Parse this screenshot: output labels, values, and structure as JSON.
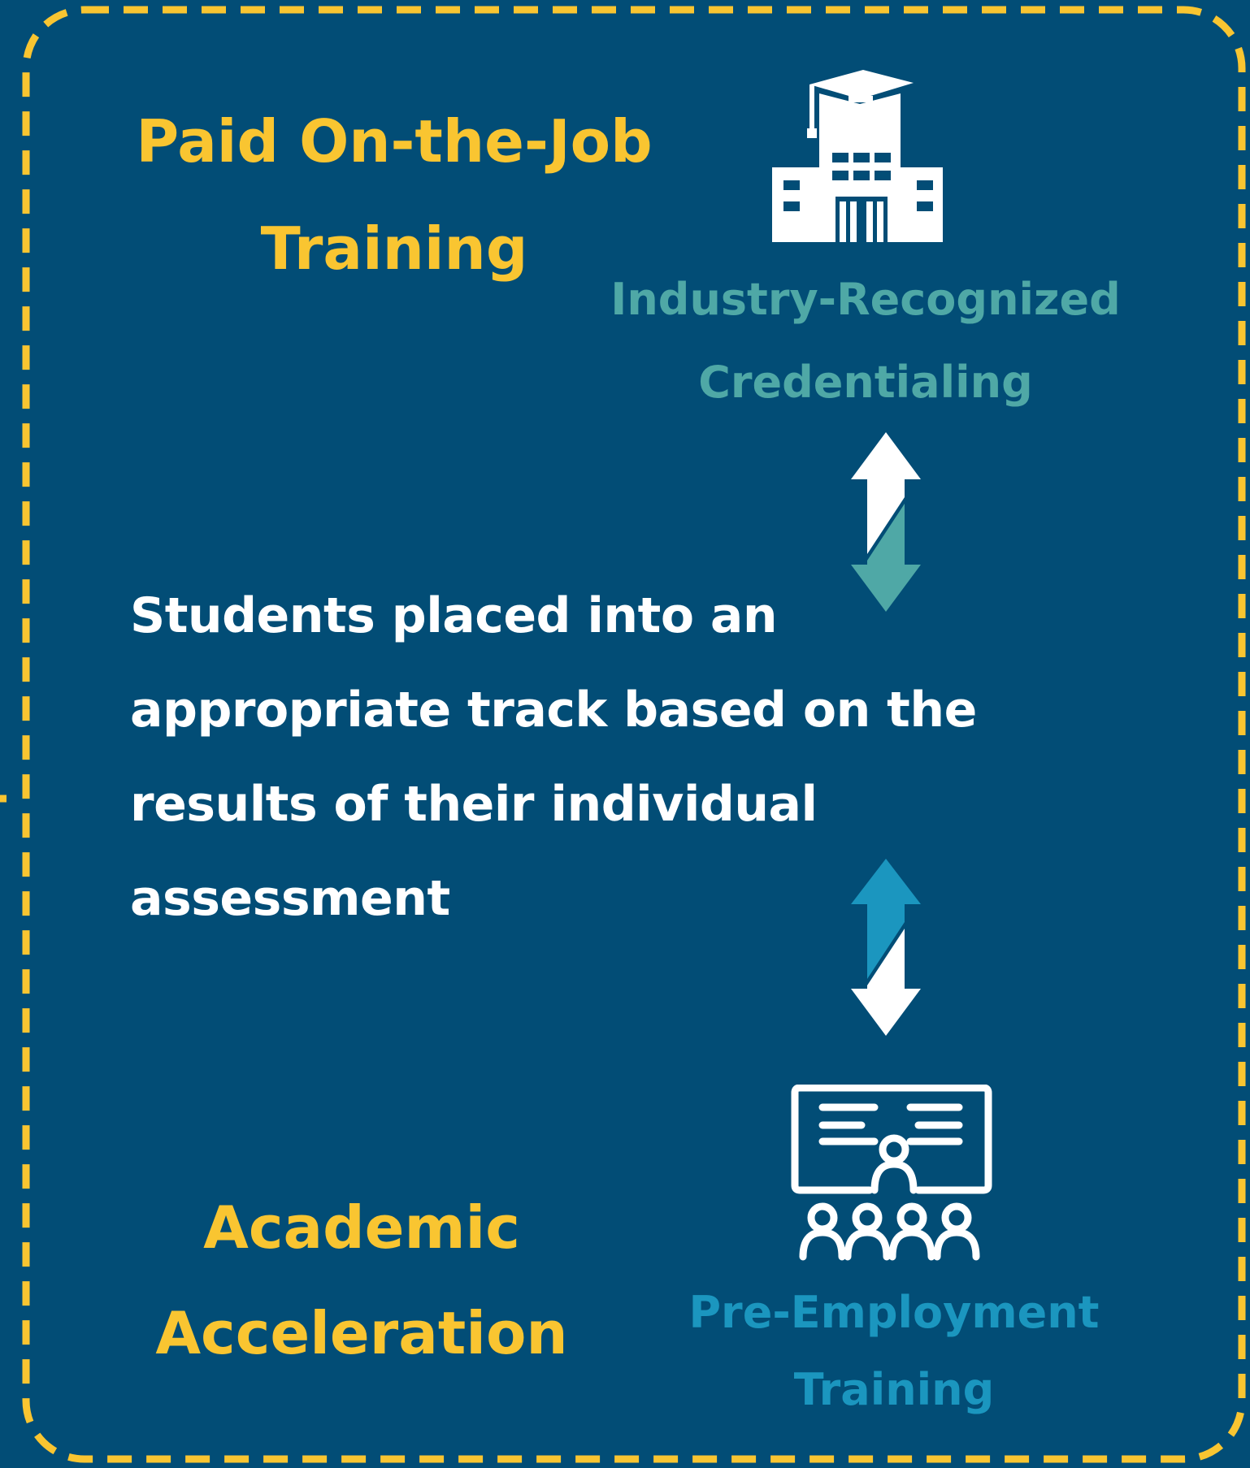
{
  "nodes": {
    "paid_training": "Paid On-the-Job Training",
    "credentialing": "Industry-Recognized Credentialing",
    "academic_acceleration": "Academic Acceleration",
    "pre_employment": "Pre-Employment Training"
  },
  "center_text": "Students placed into an appropriate track based on the results of their individual assessment",
  "icons": {
    "top": "graduation-building-icon",
    "bottom": "classroom-presentation-icon",
    "arrow_upper": "double-arrow-icon",
    "arrow_lower": "double-arrow-icon"
  },
  "colors": {
    "background": "#024d76",
    "border_dash": "#f9c531",
    "gold_text": "#f9c531",
    "teal_text": "#4fa8a6",
    "blue_text": "#1b96bf",
    "white": "#ffffff"
  }
}
